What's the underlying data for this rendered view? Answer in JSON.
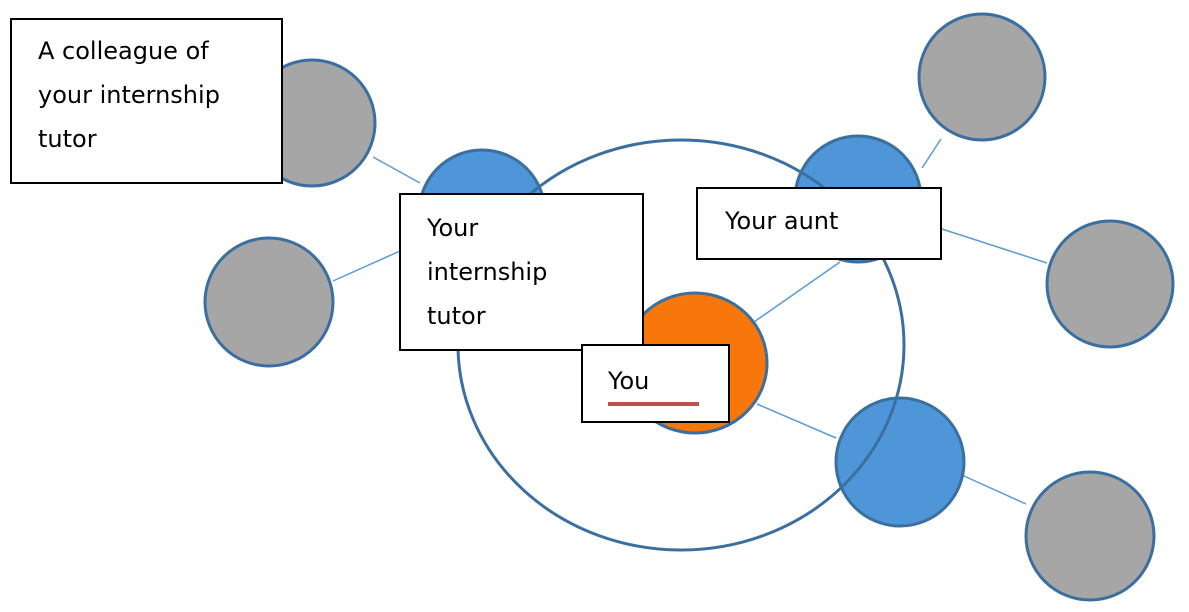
{
  "colors": {
    "gray_node": "#a6a6a6",
    "blue_node": "#4f96d8",
    "center_node": "#f7770a",
    "outline": "#3a6fa0",
    "connector": "#5b9bd5",
    "underline": "#c0504d"
  },
  "labels": {
    "colleague": "A colleague of\nyour internship\ntutor",
    "tutor": "Your\ninternship\ntutor",
    "aunt": "Your aunt",
    "you": "You"
  }
}
